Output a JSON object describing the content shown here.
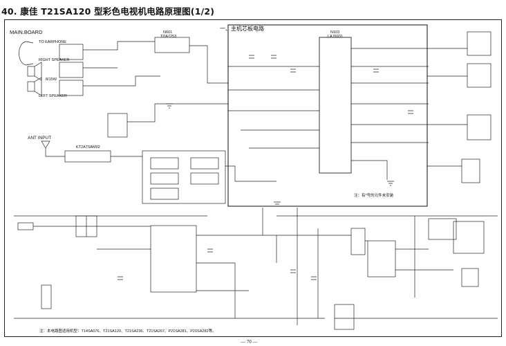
{
  "title": "40. 康佳 T21SA120 型彩色电视机电路原理图(1/2)",
  "labels": {
    "main_board": "MAIN.BOARD",
    "section_title": "一、主机芯板电路",
    "to_earphone": "TO EARPHONE",
    "right_speaker": "RIGHT SPEAKER",
    "left_speaker": "LEFT SPEAKER",
    "speaker_spec": "8/15W",
    "ant_input": "ANT INPUT",
    "ic_main": "N103",
    "ic_main_part": "LA76931",
    "ic_audio": "N601",
    "ic_audio_part": "TDA7253",
    "tuner": "KT2A7SAM02",
    "note": "注：有*号的元件未安装"
  },
  "footnote": "注：本电路图适用机型：T14SA076、T21SA120、T21SA236、T21SA267、P21SA281、P21SA282等。",
  "page_number": "— 70 —"
}
